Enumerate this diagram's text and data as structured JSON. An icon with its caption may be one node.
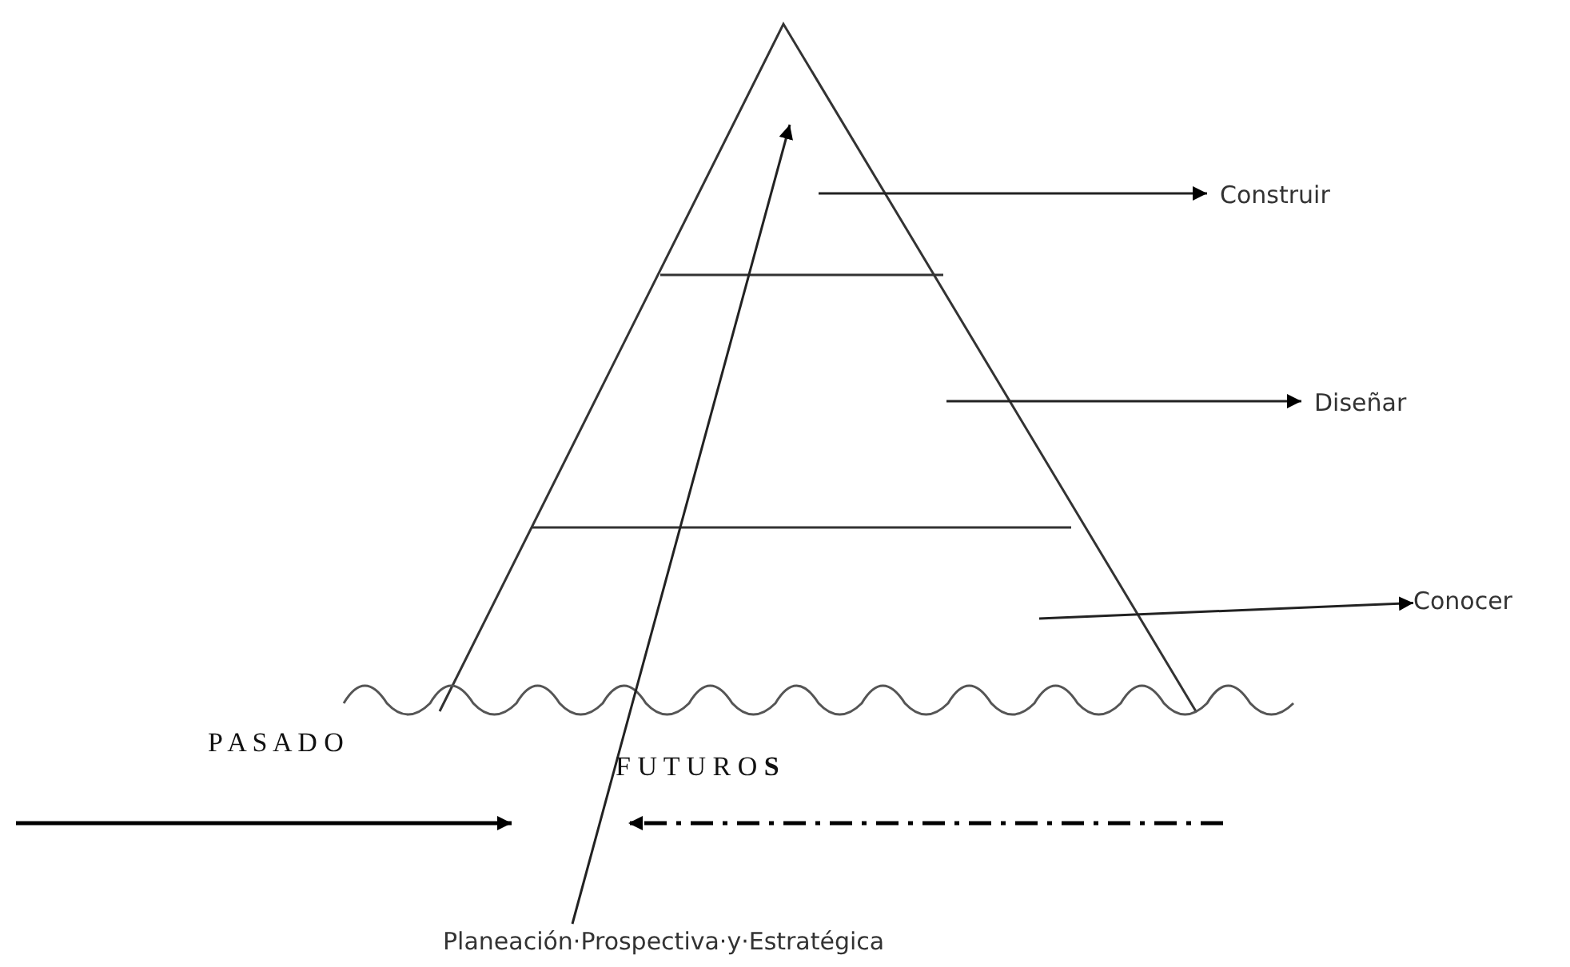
{
  "diagram": {
    "nodes": [
      {
        "text": [
          "Construir"
        ]
      },
      {
        "text": [
          "Diseñar"
        ]
      },
      {
        "text": [
          "Conocer"
        ]
      },
      {
        "text": [
          "Planeación·Prospectiva·y·Estratégica"
        ]
      }
    ],
    "edges": [
      {
        "from": null,
        "to": 0,
        "arrow": "to"
      },
      {
        "from": null,
        "to": 1,
        "arrow": "to"
      },
      {
        "from": null,
        "to": 2,
        "arrow": "to"
      },
      {
        "from": 3,
        "to": null,
        "arrow": "to"
      }
    ],
    "labels": [
      "P A S A D O",
      "F U T U R O **S**"
    ]
  }
}
